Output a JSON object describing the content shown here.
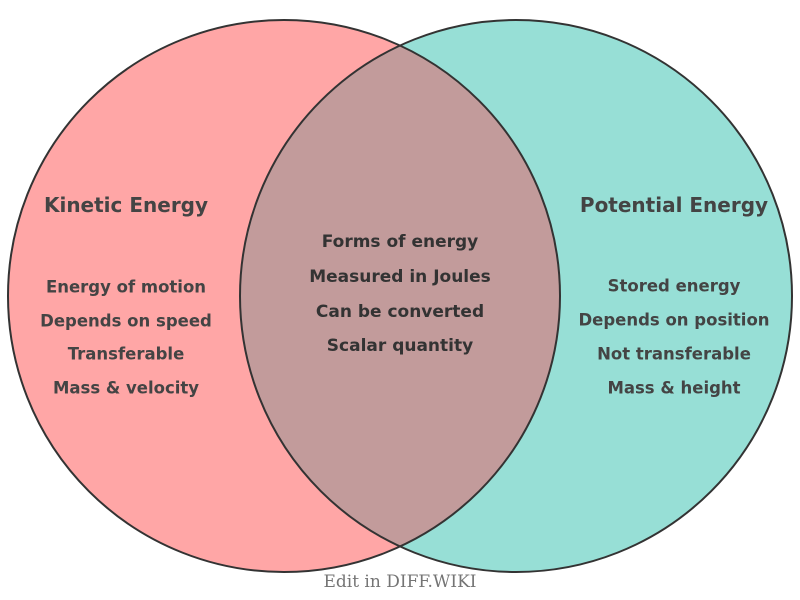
{
  "venn": {
    "left": {
      "title": "Kinetic Energy",
      "items": [
        "Energy of motion",
        "Depends on speed",
        "Transferable",
        "Mass & velocity"
      ],
      "color": "#FFA6A6",
      "text_color": "#444444"
    },
    "right": {
      "title": "Potential Energy",
      "items": [
        "Stored energy",
        "Depends on position",
        "Not transferable",
        "Mass & height"
      ],
      "color": "#97DFD6",
      "text_color": "#444444"
    },
    "overlap": {
      "items": [
        "Forms of energy",
        "Measured in Joules",
        "Can be converted",
        "Scalar quantity"
      ],
      "color": "#C29B9B",
      "text_color": "#333333"
    },
    "outline_color": "#333333",
    "footer": {
      "label": "Edit in DIFF.WIKI",
      "color": "#757575"
    }
  }
}
